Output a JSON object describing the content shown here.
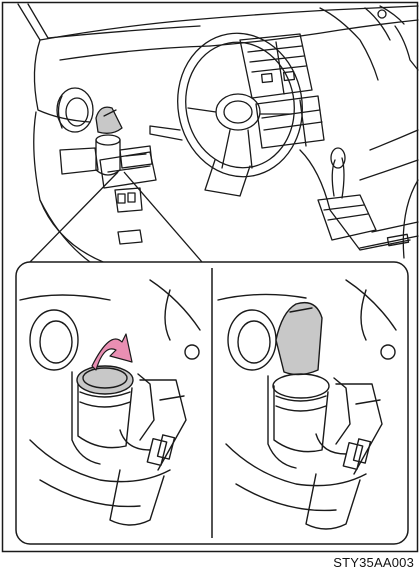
{
  "figure": {
    "code": "STY35AA003",
    "line_color": "#1a1a1a",
    "shade_color": "#c8c8c8",
    "arrow_color": "#e98fb3"
  },
  "panels": [
    {
      "name": "ashtray-closed",
      "icon": "ashtray-lid-closed-with-rotate-arrow"
    },
    {
      "name": "ashtray-open",
      "icon": "ashtray-lid-open"
    }
  ]
}
